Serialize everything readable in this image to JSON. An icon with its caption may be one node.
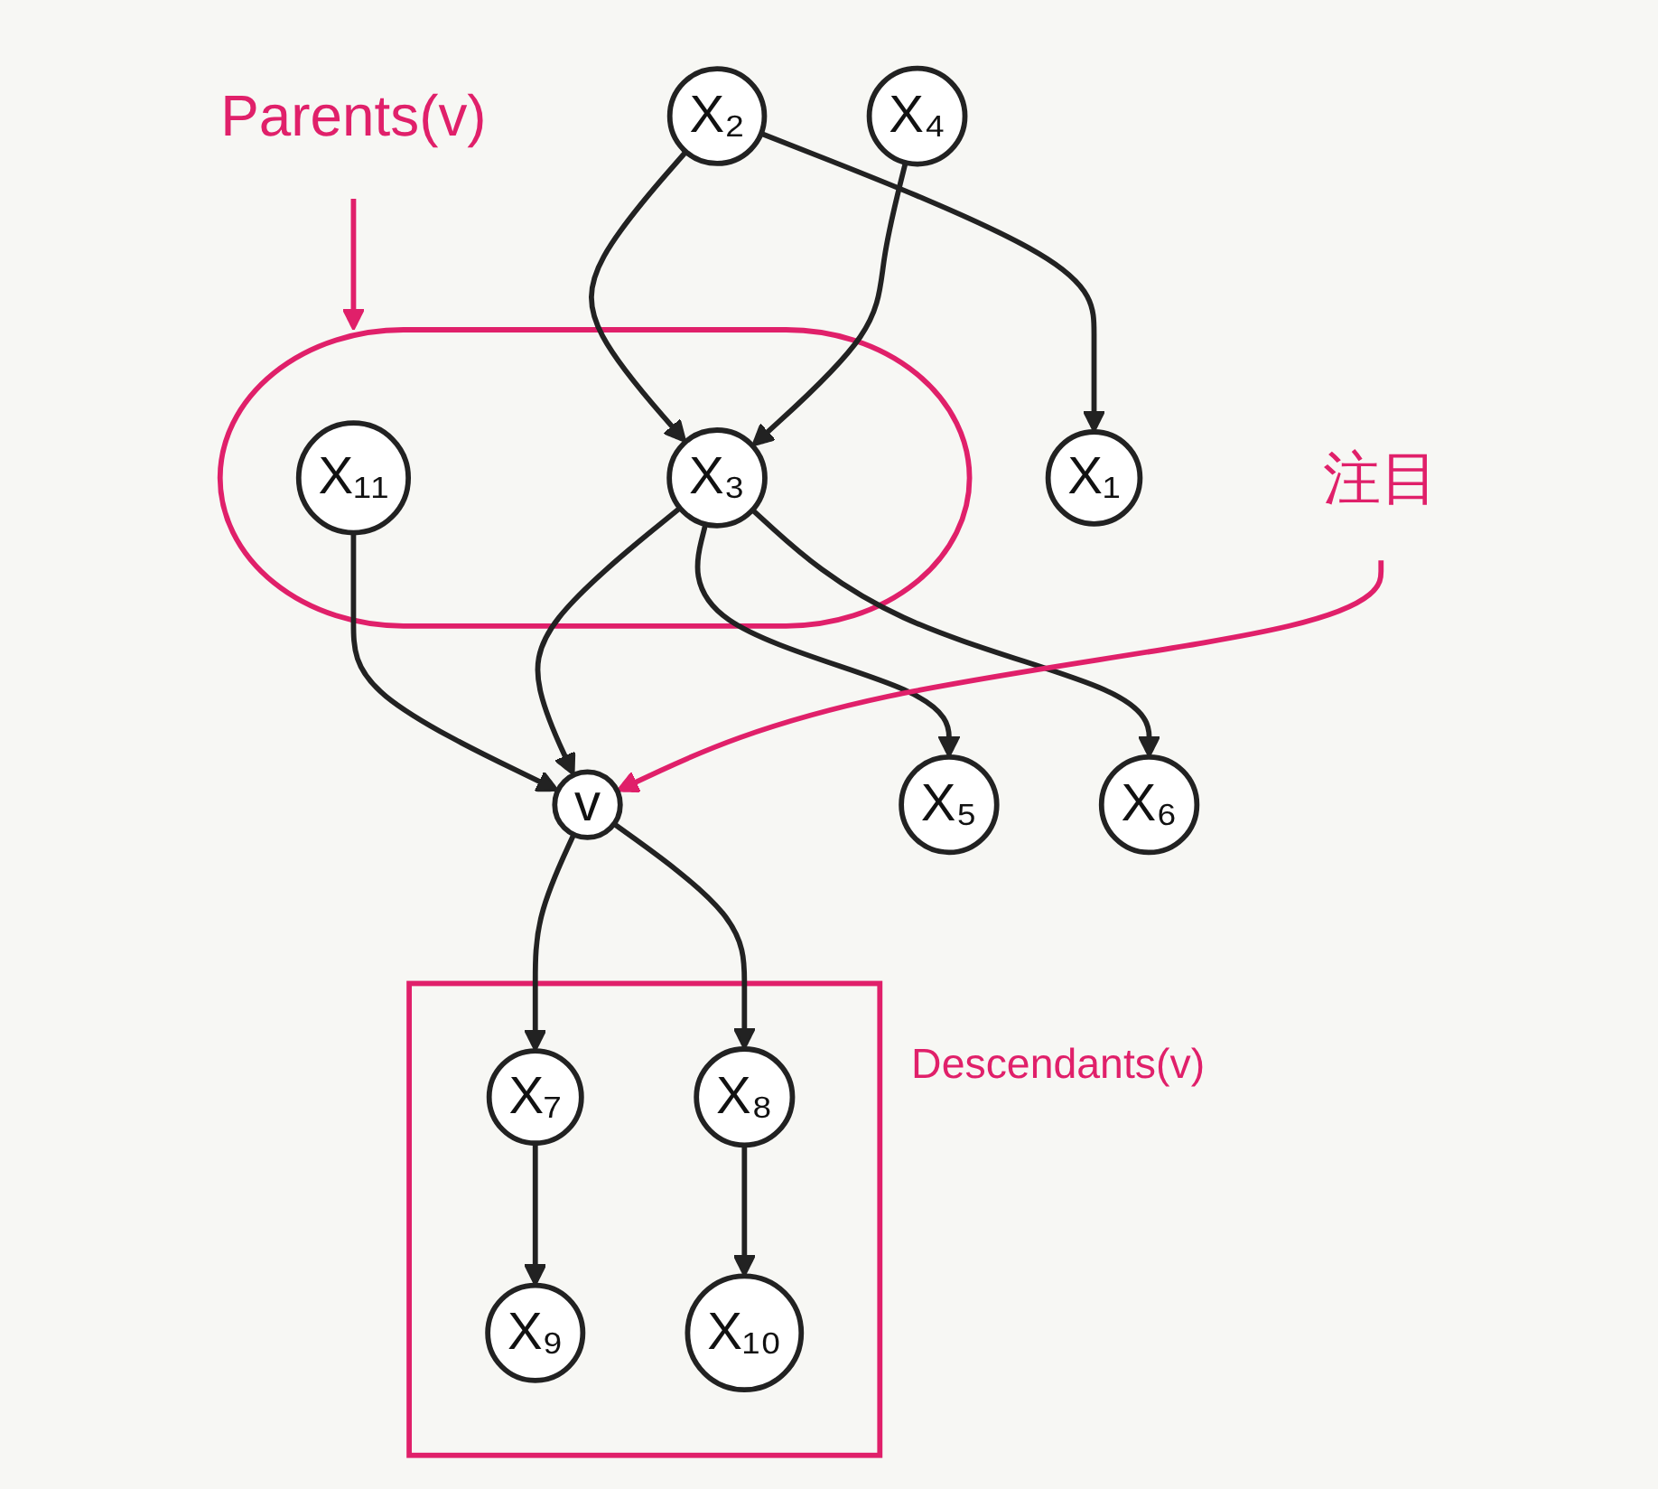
{
  "diagram": {
    "nodes": [
      {
        "text": [
          "X₂"
        ]
      },
      {
        "text": [
          "X₄"
        ]
      },
      {
        "text": [
          "X₁"
        ]
      },
      {
        "text": [],
        "shape": "loop"
      },
      {
        "text": [
          "X₁₁"
        ],
        "in": 3
      },
      {
        "text": [
          "X₃"
        ],
        "in": 3
      },
      {
        "text": [
          "Parents(v)"
        ]
      },
      {
        "text": [
          "注目"
        ]
      },
      {
        "text": [
          "v"
        ]
      },
      {
        "text": [
          "X₅"
        ]
      },
      {
        "text": [
          "X₆"
        ]
      },
      {
        "text": [
          "Descendants(v)"
        ]
      },
      {
        "text": [
          "X₇"
        ],
        "in": 11
      },
      {
        "text": [
          "X₈"
        ],
        "in": 11
      },
      {
        "text": [
          "X₉"
        ],
        "in": 11
      },
      {
        "text": [
          "X₁₀"
        ],
        "in": 11
      }
    ],
    "edges": [
      {
        "from": 0,
        "to": 2,
        "arrow": "to"
      },
      {
        "from": 0,
        "to": 5,
        "arrow": "to"
      },
      {
        "from": 1,
        "to": 5,
        "arrow": "to"
      },
      {
        "from": 4,
        "to": 8,
        "arrow": "to"
      },
      {
        "from": 5,
        "to": 8,
        "arrow": "to"
      },
      {
        "from": 5,
        "to": 9,
        "arrow": "to"
      },
      {
        "from": 5,
        "to": 10,
        "arrow": "to"
      },
      {
        "from": 6,
        "to": 3,
        "arrow": "to",
        "color": "#e0206a"
      },
      {
        "from": 7,
        "to": 8,
        "arrow": "to",
        "color": "#e0206a"
      },
      {
        "from": 8,
        "to": 12,
        "arrow": "to"
      },
      {
        "from": 8,
        "to": 13,
        "arrow": "to"
      },
      {
        "from": 12,
        "to": 14,
        "arrow": "to"
      },
      {
        "from": 13,
        "to": 15,
        "arrow": "to"
      }
    ]
  }
}
